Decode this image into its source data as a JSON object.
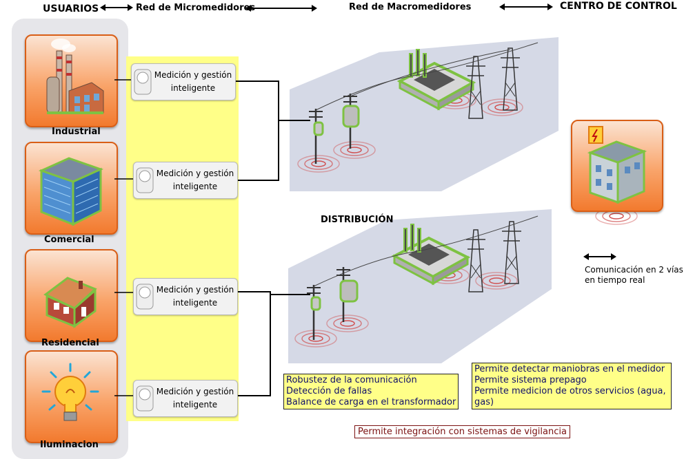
{
  "headers": {
    "usuarios": "USUARIOS",
    "micromedidores": "Red de Micromedidores",
    "macromedidores": "Red de Macromedidores",
    "centro_control": "CENTRO DE CONTROL",
    "distribucion": "DISTRIBUCIÓN"
  },
  "users": [
    {
      "label": "Industrial",
      "icon": "factory-icon"
    },
    {
      "label": "Comercial",
      "icon": "office-building-icon"
    },
    {
      "label": "Residencial",
      "icon": "house-icon"
    },
    {
      "label": "Iluminacion",
      "icon": "light-bulb-icon"
    }
  ],
  "meters": [
    {
      "line1": "Medición y gestión",
      "line2": "inteligente"
    },
    {
      "line1": "Medición y gestión",
      "line2": "inteligente"
    },
    {
      "line1": "Medición y gestión",
      "line2": "inteligente"
    },
    {
      "line1": "Medición y gestión",
      "line2": "inteligente"
    }
  ],
  "communication": {
    "line1": "Comunicación en 2 vías",
    "line2": "en tiempo real"
  },
  "notes": {
    "left": [
      "Robustez de la comunicación",
      "Detección de fallas",
      "Balance de carga en el transformador"
    ],
    "right": [
      "Permite detectar maniobras en el medidor",
      "Permite sistema prepago",
      "Permite medicion de otros servicios (agua,",
      "gas)"
    ],
    "bottom": "Permite integración con sistemas de vigilancia"
  },
  "colors": {
    "tile_orange": "#f27a2e",
    "highlight_yellow": "#ffff88",
    "green_accent": "#7ec242",
    "signal_red": "#d04040"
  }
}
